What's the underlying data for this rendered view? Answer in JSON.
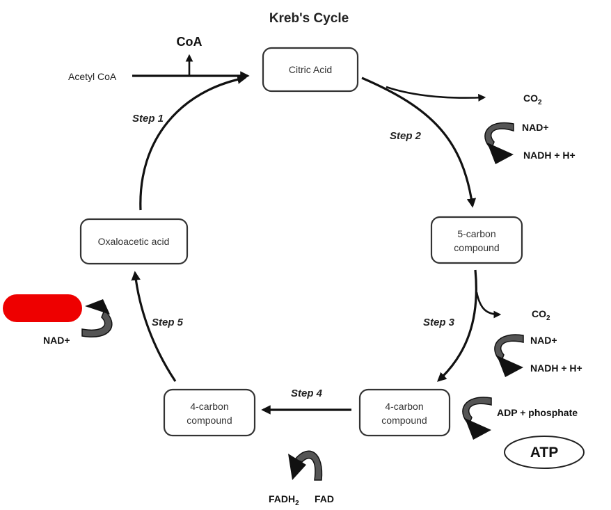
{
  "title": "Kreb's Cycle",
  "nodes": {
    "citric_acid": "Citric Acid",
    "five_carbon": [
      "5-carbon",
      "compound"
    ],
    "four_carbon_right": [
      "4-carbon",
      "compound"
    ],
    "four_carbon_left": [
      "4-carbon",
      "compound"
    ],
    "oxaloacetic": "Oxaloacetic acid"
  },
  "inputs": {
    "acetyl_coa": "Acetyl CoA",
    "coa": "CoA"
  },
  "steps": {
    "step1": "Step 1",
    "step2": "Step 2",
    "step3": "Step 3",
    "step4": "Step 4",
    "step5": "Step 5"
  },
  "step2_products": {
    "co2": "CO",
    "co2_sub": "2",
    "nad": "NAD+",
    "nadh": "NADH + H+"
  },
  "step3_products": {
    "co2": "CO",
    "co2_sub": "2",
    "nad": "NAD+",
    "nadh": "NADH + H+",
    "adp": "ADP + phosphate",
    "atp": "ATP"
  },
  "step4_products": {
    "fadh2": "FADH",
    "fadh2_sub": "2",
    "fad": "FAD"
  },
  "step5_products": {
    "nad": "NAD+"
  },
  "colors": {
    "redaction": "#ee0000",
    "curl_fill": "#555555",
    "stroke": "#111111"
  }
}
